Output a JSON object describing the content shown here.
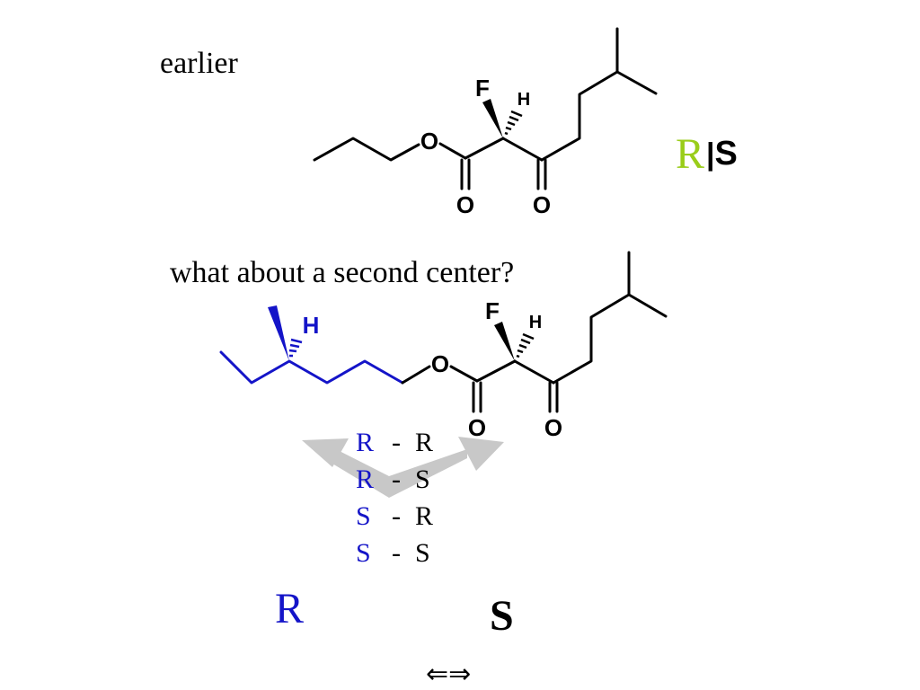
{
  "top": {
    "label": "earlier",
    "config_r": "R",
    "config_bar": "|",
    "config_s": "S",
    "atoms": {
      "f": "F",
      "h": "H",
      "o_ester": "O",
      "o_carbonyl1": "O",
      "o_carbonyl2": "O"
    }
  },
  "bottom": {
    "question": "what about a second center?",
    "atoms": {
      "h_blue": "H",
      "f": "F",
      "h": "H",
      "o_ester": "O",
      "o_carbonyl1": "O",
      "o_carbonyl2": "O"
    }
  },
  "combinations": [
    {
      "first": "R",
      "sep": "-",
      "second": "R"
    },
    {
      "first": "R",
      "sep": "-",
      "second": "S"
    },
    {
      "first": "S",
      "sep": "-",
      "second": "R"
    },
    {
      "first": "S",
      "sep": "-",
      "second": "S"
    }
  ],
  "footer": {
    "big_r": "R",
    "big_s": "S",
    "arrow": "⇐⇒"
  },
  "colors": {
    "blue": "#1414c8",
    "green": "#9acd1a",
    "gray_arrow": "#c8c8c8",
    "black": "#000000"
  }
}
